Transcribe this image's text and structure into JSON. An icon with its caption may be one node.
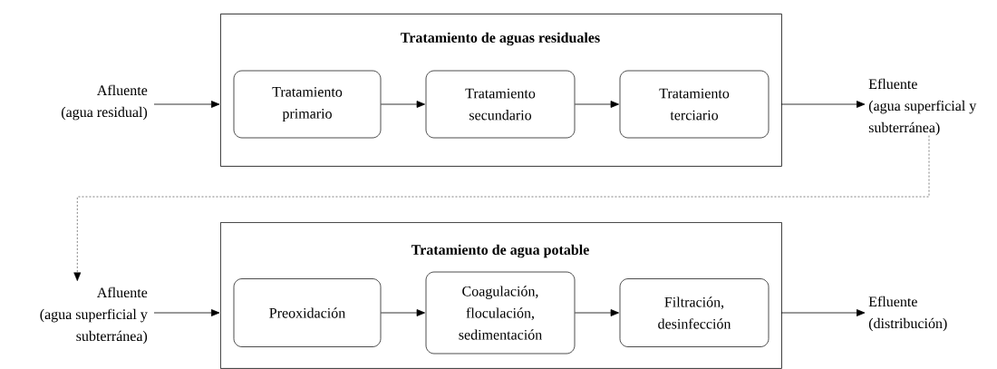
{
  "diagram": {
    "nodes": [
      {
        "text": [
          "Tratamiento de aguas residuales"
        ]
      },
      {
        "text": [
          "Afluente (agua residual)"
        ]
      },
      {
        "text": [
          "Tratamiento primario"
        ],
        "in": 0
      },
      {
        "text": [
          "Tratamiento secundario"
        ],
        "in": 0
      },
      {
        "text": [
          "Tratamiento terciario"
        ],
        "in": 0
      },
      {
        "text": [
          "Efluente (agua superficial y subterránea)"
        ]
      },
      {
        "text": [
          "Tratamiento de agua potable"
        ]
      },
      {
        "text": [
          "Afluente (agua superficial y subterránea)"
        ]
      },
      {
        "text": [
          "Preoxidación"
        ],
        "in": 6
      },
      {
        "text": [
          "Coagulación, floculación, sedimentación"
        ],
        "in": 6
      },
      {
        "text": [
          "Filtración, desinfección"
        ],
        "in": 6
      },
      {
        "text": [
          "Efluente (distribución)"
        ]
      }
    ],
    "edges": [
      {
        "from": 1,
        "to": 0,
        "arrow": "to"
      },
      {
        "from": 2,
        "to": 3,
        "arrow": "to"
      },
      {
        "from": 3,
        "to": 4,
        "arrow": "to"
      },
      {
        "from": 0,
        "to": 5,
        "arrow": "to"
      },
      {
        "from": 5,
        "to": 7,
        "arrow": "to",
        "style": "dashed"
      },
      {
        "from": 7,
        "to": 6,
        "arrow": "to"
      },
      {
        "from": 8,
        "to": 9,
        "arrow": "to"
      },
      {
        "from": 9,
        "to": 10,
        "arrow": "to"
      },
      {
        "from": 6,
        "to": 11,
        "arrow": "to"
      }
    ]
  }
}
